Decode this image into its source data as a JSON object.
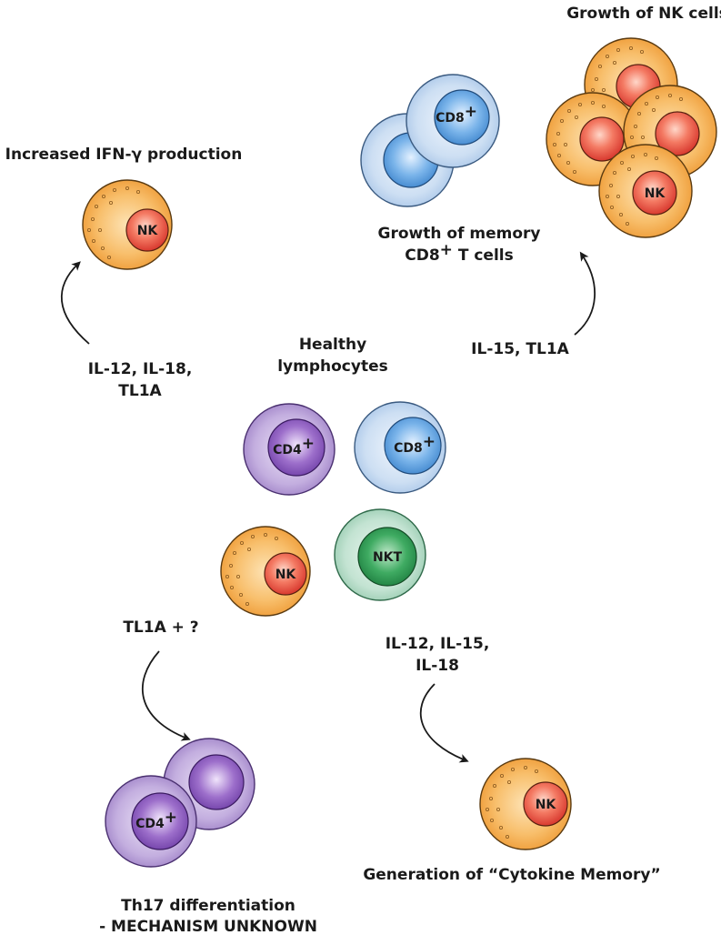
{
  "labels": {
    "nk_growth": "Growth of NK cells",
    "ifn_increase": "Increased IFN-γ production",
    "memory_cd8_line1": "Growth of memory",
    "memory_cd8_line2_pre": "CD8",
    "memory_cd8_line2_post": " T cells",
    "healthy_line1": "Healthy",
    "healthy_line2": "lymphocytes",
    "il12_18_line1": "IL-12, IL-18,",
    "il12_18_line2": "TL1A",
    "il15_tl1a": "IL-15, TL1A",
    "tl1a_q": "TL1A + ?",
    "il12_15_18_line1": "IL-12, IL-15,",
    "il12_15_18_line2": "IL-18",
    "cytokine_memory": "Generation of “Cytokine Memory”",
    "th17_line1": "Th17 differentiation",
    "th17_line2": "- MECHANISM UNKNOWN"
  },
  "cells": {
    "nk": "NK",
    "cd8": "CD8",
    "cd4": "CD4",
    "nkt": "NKT",
    "plus": "+"
  },
  "colors": {
    "nk_outer": "#f5a94a",
    "nk_nucleus": "#e8524a",
    "cd8_outer": "#c4d8f0",
    "cd8_nucleus": "#5a9ede",
    "cd4_outer": "#b9a2d8",
    "cd4_nucleus": "#8a5cbc",
    "nkt_outer": "#bfe0cf",
    "nkt_nucleus": "#2e9a52"
  }
}
